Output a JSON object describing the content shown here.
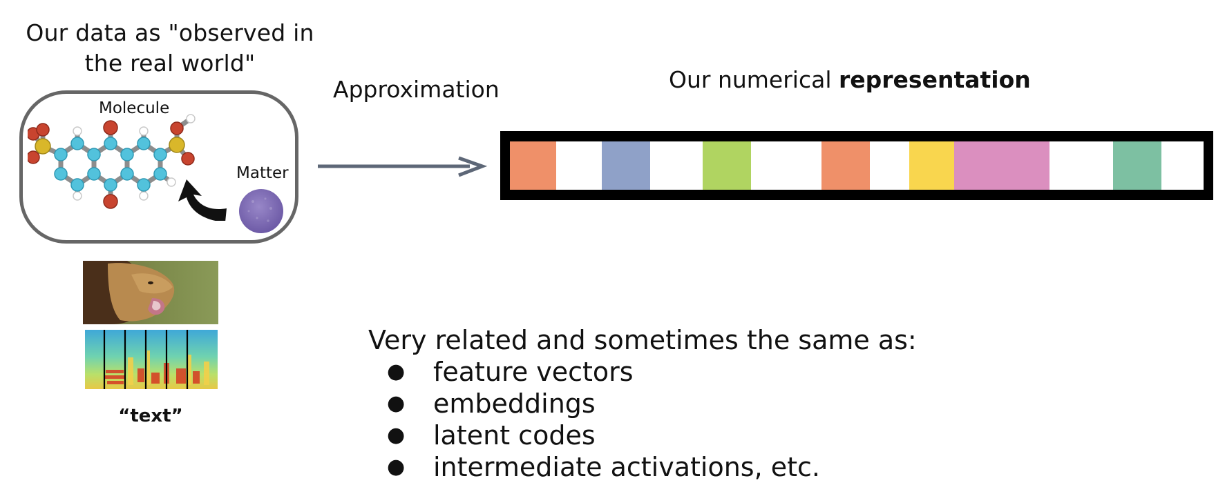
{
  "source": {
    "title_line1": "Our data as \"observed in",
    "title_line2": "the real world\"",
    "molecule_label": "Molecule",
    "matter_label": "Matter",
    "text_label": "“text”",
    "box_color": "#666666",
    "matter_color": "#7e6cb6"
  },
  "arrow": {
    "label": "Approximation",
    "color": "#5d6777"
  },
  "representation": {
    "title_prefix": "Our numerical ",
    "title_bold": "representation",
    "cells": [
      {
        "color": "#ef9069"
      },
      {
        "color": "#ffffff"
      },
      {
        "color": "#8fa1c8"
      },
      {
        "color": "#ffffff"
      },
      {
        "color": "#b0d461"
      },
      {
        "color": "#ffffff"
      },
      {
        "color": "#ef9069"
      },
      {
        "color": "#ffffff"
      },
      {
        "color": "#f9d64e"
      },
      {
        "color": "#db8fbf"
      },
      {
        "color": "#ffffff"
      },
      {
        "color": "#7dc0a2"
      },
      {
        "color": "#ffffff"
      }
    ]
  },
  "bullets": {
    "heading": "Very related and sometimes the same as:",
    "marker": "●",
    "items": [
      "feature vectors",
      "embeddings",
      "latent codes",
      "intermediate activations, etc."
    ]
  }
}
